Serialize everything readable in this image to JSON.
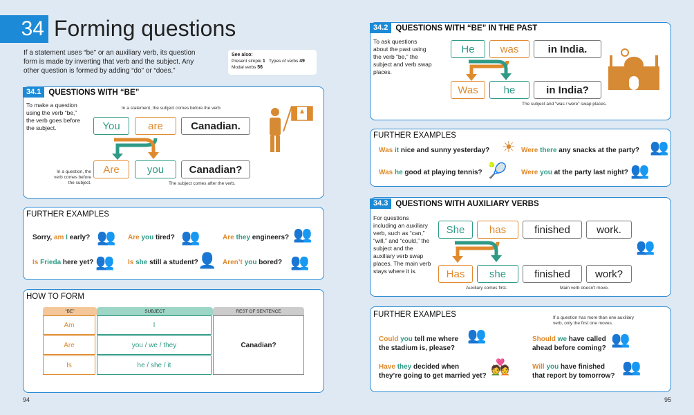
{
  "title": {
    "number": "34",
    "text": "Forming questions"
  },
  "intro": "If a statement uses “be” or an auxiliary verb, its question form is made by inverting that verb and the subject. Any other question is formed by adding “do” or “does.”",
  "see_also": {
    "heading": "See also:",
    "line1_a": "Present simple",
    "line1_a_num": "1",
    "line1_b": "Types of verbs",
    "line1_b_num": "49",
    "line2": "Modal verbs",
    "line2_num": "56"
  },
  "s341": {
    "num": "34.1",
    "title": "QUESTIONS WITH “BE”",
    "desc": "To make a question using the verb “be,” the verb goes before the subject.",
    "note_top": "In a statement, the subject comes before the verb.",
    "note_left": "In a question, the verb comes before the subject.",
    "note_bottom": "The subject comes after the verb.",
    "statement": [
      "You",
      "are",
      "Canadian."
    ],
    "question": [
      "Are",
      "you",
      "Canadian?"
    ]
  },
  "fe1": {
    "heading": "FURTHER EXAMPLES",
    "items": [
      {
        "a": "Sorry, ",
        "b": "am",
        "c": " ",
        "d": "I",
        "e": " early?"
      },
      {
        "a": "",
        "b": "Are",
        "c": " ",
        "d": "you",
        "e": " tired?"
      },
      {
        "a": "",
        "b": "Are",
        "c": " ",
        "d": "they",
        "e": " engineers?"
      },
      {
        "a": "",
        "b": "Is",
        "c": " ",
        "d": "Frieda",
        "e": " here yet?"
      },
      {
        "a": "",
        "b": "Is",
        "c": " ",
        "d": "she",
        "e": " still a student?"
      },
      {
        "a": "",
        "b": "Aren’t",
        "c": " ",
        "d": "you",
        "e": " bored?"
      }
    ]
  },
  "how": {
    "heading": "HOW TO FORM",
    "col_be": "“BE”",
    "col_subject": "SUBJECT",
    "col_rest": "REST OF SENTENCE",
    "rows": [
      {
        "be": "Am",
        "subject": "I"
      },
      {
        "be": "Are",
        "subject": "you / we / they"
      },
      {
        "be": "Is",
        "subject": "he / she / it"
      }
    ],
    "rest": "Canadian?"
  },
  "s342": {
    "num": "34.2",
    "title": "QUESTIONS WITH “BE” IN THE PAST",
    "desc": "To ask questions about the past using the verb “be,” the subject and verb swap places.",
    "note": "The subject and “was / were” swap places.",
    "statement": [
      "He",
      "was",
      "in India."
    ],
    "question": [
      "Was",
      "he",
      "in India?"
    ]
  },
  "fe2": {
    "heading": "FURTHER EXAMPLES",
    "items": [
      {
        "b": "Was",
        "d": "it",
        "e": " nice and sunny yesterday?"
      },
      {
        "b": "Were",
        "d": "there",
        "e": " any snacks at the party?"
      },
      {
        "b": "Was",
        "d": "he",
        "e": " good at playing tennis?"
      },
      {
        "b": "Were",
        "d": "you",
        "e": " at the party last night?"
      }
    ]
  },
  "s343": {
    "num": "34.3",
    "title": "QUESTIONS WITH AUXILIARY VERBS",
    "desc": "For questions including an auxiliary verb, such as “can,” “will,” and “could,” the subject and the auxiliary verb swap places. The main verb stays where it is.",
    "note_aux": "Auxiliary comes first.",
    "note_main": "Main verb doesn’t move.",
    "statement": [
      "She",
      "has",
      "finished",
      "work."
    ],
    "question": [
      "Has",
      "she",
      "finished",
      "work?"
    ]
  },
  "fe3": {
    "heading": "FURTHER EXAMPLES",
    "note": "If a question has more than one auxiliary verb, only the first one moves.",
    "items": [
      {
        "b": "Could",
        "d": "you",
        "l1": " tell me where",
        "l2": "the stadium is, please?"
      },
      {
        "b": "Should",
        "d": "we",
        "l1": " have called",
        "l2": "ahead before coming?"
      },
      {
        "b": "Have",
        "d": "they",
        "l1": " decided when",
        "l2": "they’re going to get married yet?"
      },
      {
        "b": "Will",
        "d": "you",
        "l1": " have finished",
        "l2": "that report by tomorrow?"
      }
    ]
  },
  "pages": {
    "left": "94",
    "right": "95"
  },
  "icons": [
    "person-with-flag-icon",
    "tourist-at-taj-mahal-icon",
    "people-icon"
  ],
  "colors": {
    "blue": "#1c8ad6",
    "teal": "#2f9a86",
    "orange": "#e08a2e"
  }
}
